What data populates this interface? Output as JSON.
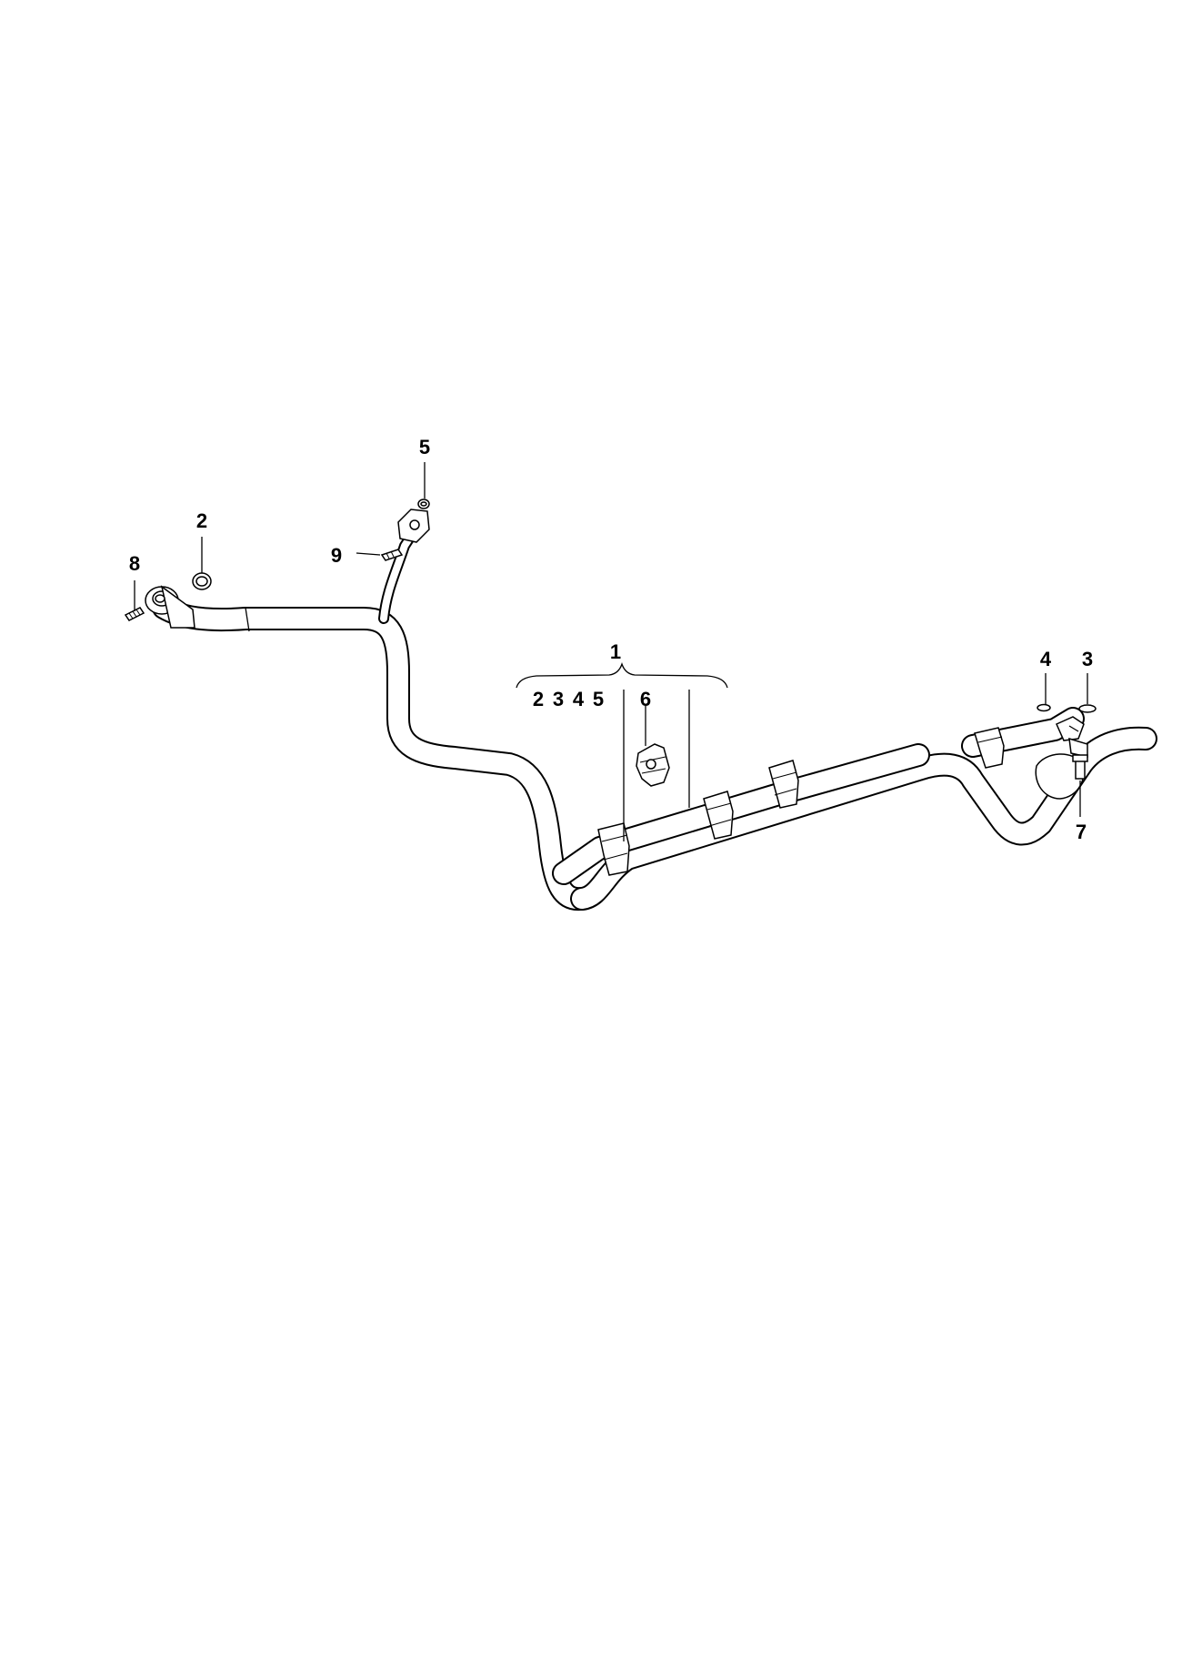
{
  "callouts": {
    "c1": "1",
    "c1_sub": [
      "2",
      "3",
      "4",
      "5"
    ],
    "c2": "2",
    "c3": "3",
    "c4": "4",
    "c5": "5",
    "c6": "6",
    "c7": "7",
    "c8": "8",
    "c9": "9"
  }
}
